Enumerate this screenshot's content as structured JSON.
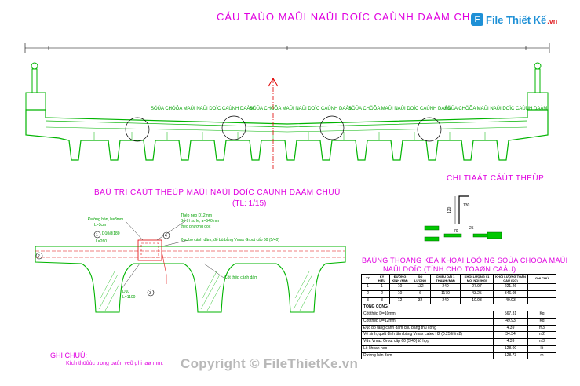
{
  "title": "CÁU TAÙO MAÛI NAÛI DOÏC CAÙNH DAÀM CHU",
  "logo": {
    "brand": "File Thiết Kế",
    "suffix": ".vn",
    "mark": "F"
  },
  "section_label": "SÖÛA CHÖÕA MAÛI NAÛI DOÏC CAÙNH DAÀM CHU",
  "section_labels": [
    "SÖÛA CHÖÕA MAÛI NAÛI DOÏC CAÙNH DAÀM",
    "SÖÛA CHÖÕA MAÛI NAÛI DOÏC CAÙNH DAÀM",
    "SÖÛA CHÖÕA MAÛI NAÛI DOÏC CAÙNH DAÀM",
    "SÖÛA CHÖÕA MAÛI NAÛI DOÏC CAÙNH DAÀM",
    "SÖÛA CHÖÕA MAÛI NAÛI DOÏC CAÙNH DAÀM"
  ],
  "detail": {
    "title": "BAÛ TRÍ CÁÙT THEÙP MAÛI NAÛI DOÏC CAÙNH DAÀM CHUÛ",
    "scale": "(TL: 1/15)",
    "notes": [
      "Đường hàn, h=8mm",
      "L=3cm",
      "Thép neo D12mm",
      "Bố trí so le, a=540mm",
      "theo phương dọc",
      "D10@180",
      "L=260",
      "Đục bỏ cánh dầm, đổ bù bằng Vmax Grout cấp 60 (5/40)",
      "Cốt thép cánh dầm",
      "D10",
      "L=1100"
    ],
    "markers": [
      "1",
      "2",
      "3",
      "4"
    ]
  },
  "rebar_title": "CHI TIAÁT CÁÙT THEÙP",
  "rebar_dims": [
    "120",
    "130",
    "25",
    "70"
  ],
  "table": {
    "title_line1": "BAÛNG THOÁNG KEÂ KHOÁI LÖÔÏNG SÖÛA CHÖÕA MAÛI",
    "title_line2": "NAÛI DOÏC (TÍNH CHO TOAØN CAÀU)",
    "headers": [
      "TT",
      "KÝ HIỆU",
      "ĐƯỜNG KÍNH (MM)",
      "SỐ LƯỢNG",
      "CHIỀU DÀI 1 THANH (MM)",
      "KHỐI LƯỢNG 01 MỐI NỐI (KG)",
      "KHỐI LƯỢNG TOÀN CẦU (KG)",
      "GHI CHÚ"
    ],
    "rows": [
      [
        "1",
        "1",
        "10",
        "132",
        "240",
        "27.97",
        "221.26",
        ""
      ],
      [
        "2",
        "2",
        "10",
        "6",
        "1170",
        "43.25",
        "346.05",
        ""
      ],
      [
        "3",
        "3",
        "12",
        "32",
        "240",
        "10.93",
        "49.93",
        ""
      ]
    ],
    "summary_label": "TỔNG CỘNG:",
    "summary": [
      [
        "Cốt thép D=10mm",
        "567.31",
        "Kg"
      ],
      [
        "Cốt thép D=12mm",
        "49.93",
        "Kg"
      ],
      [
        "Đục bỏ tầng cánh dầm chủ bằng thủ công",
        "4.39",
        "m3"
      ],
      [
        "Vệ sinh, quét đinh tâm bằng Vmax Latex H2 (0.25 lít/m2)",
        "34.34",
        "m2"
      ],
      [
        "Vữa Vmax Grout cấp 60 (5/40) tổ hợp",
        "4.39",
        "m3"
      ],
      [
        "Lỗ khoan neo",
        "128.00",
        "lỗ"
      ],
      [
        "Đường hàn 3cm",
        "128.73",
        "m"
      ]
    ]
  },
  "notes_title": "GHI CHUÙ:",
  "notes_text": "Kích thöôùc trong baûn veõ ghi laø mm.",
  "watermark": "Copyright © FileThietKe.vn",
  "colors": {
    "outline": "#00b400",
    "text": "#e000e0",
    "detail_text": "#00b400",
    "table_grid": "#000000"
  }
}
